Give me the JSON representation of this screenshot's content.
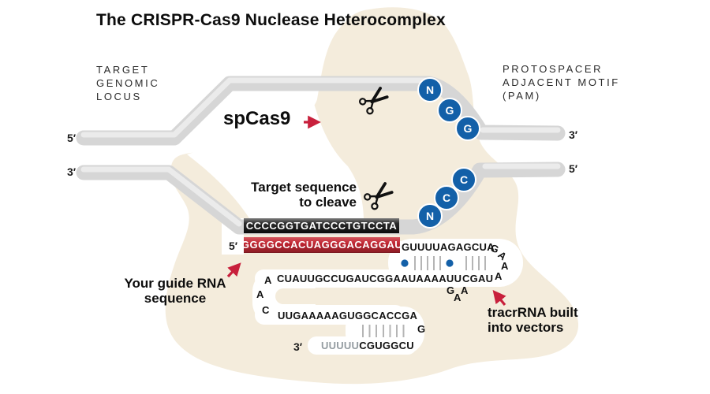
{
  "title": "The CRISPR-Cas9 Nuclease Heterocomplex",
  "labels": {
    "target_locus": "TARGET\nGENOMIC\nLOCUS",
    "pam": "PROTOSPACER\nADJACENT MOTIF\n(PAM)",
    "spcas9": "spCas9",
    "cleave": "Target sequence\nto cleave",
    "guide": "Your guide RNA\nsequence",
    "tracr": "tracrRNA built\ninto vectors"
  },
  "ends": {
    "genomic_5": "5′",
    "genomic_3": "3′",
    "right_3": "3′",
    "right_5": "5′",
    "guide_5": "5′",
    "rna_3": "3′"
  },
  "pam_circles": [
    "N",
    "G",
    "G"
  ],
  "complement_circles": [
    "N",
    "C",
    "C"
  ],
  "sequences": {
    "dna_target": "CCCCGGTGATCCCTGTCCTA",
    "guide_rna": "GGGGCCACUAGGGACAGGAU",
    "rna_row1": "GUUUUAGAGCUA",
    "rna_row2": "CUAUUGCCUGAUCGGAAUAAAAUU",
    "rna_row2_right": "CGAU",
    "rna_row3": "UUGAAAAAGUGGCACCGA",
    "rna_row4_gray": "UUUUU",
    "rna_row4_black": "CGUGGCU"
  },
  "loop_letters": {
    "right_bend": [
      "G",
      "A",
      "A",
      "A"
    ],
    "left_bend": [
      "A",
      "A",
      "C"
    ],
    "bulge": [
      "G",
      "A",
      "A"
    ],
    "bottom_bend": [
      "G"
    ]
  },
  "colors": {
    "pam_blue": "#1360a8",
    "accent_red": "#c8203c",
    "blob_beige": "#f4ecdc"
  }
}
